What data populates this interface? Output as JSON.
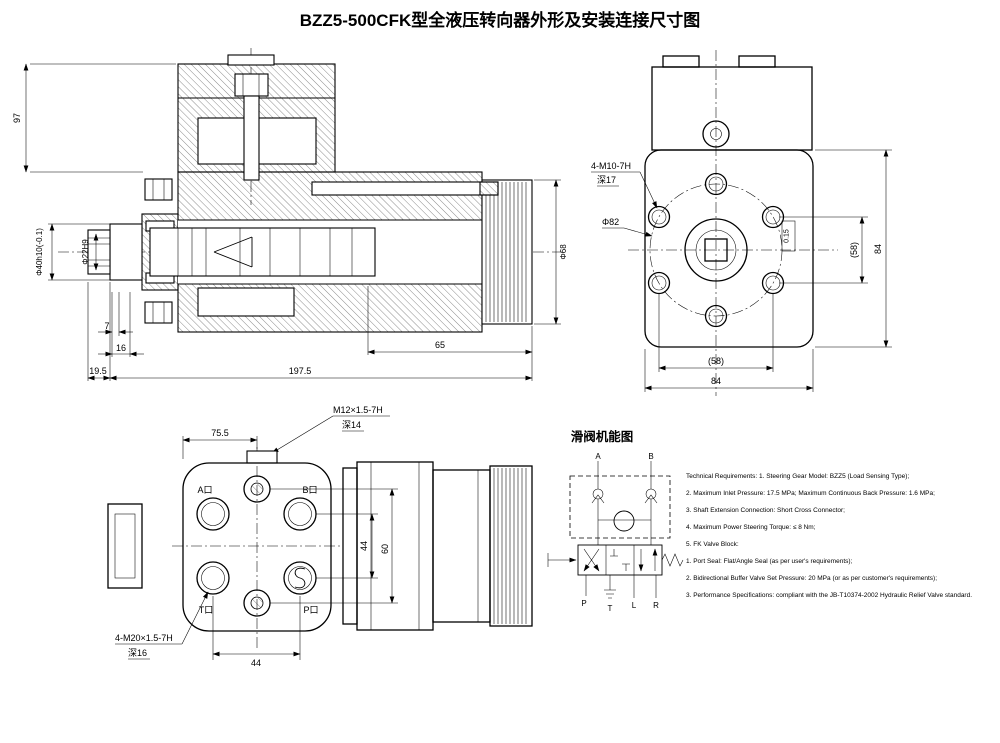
{
  "title": "BZZ5-500CFK型全液压转向器外形及安装连接尺寸图",
  "section_view": {
    "dim_97": "97",
    "dim_shaft": "Φ40h10(-0.1)",
    "dim_bore": "Φ22H9",
    "dim_7": "7",
    "dim_16": "16",
    "dim_19_5": "19.5",
    "dim_197_5": "197.5",
    "dim_65": "65",
    "dim_68": "Φ68"
  },
  "front_view": {
    "bolt_label": "4-M10-7H",
    "bolt_depth": "深17",
    "dia_82": "Φ82",
    "tolerance": "0.15",
    "dim_58_right": "(58)",
    "dim_84_right": "84",
    "dim_58_bottom": "(58)",
    "dim_84_bottom": "84"
  },
  "bottom_view": {
    "port_a": "A口",
    "port_b": "B口",
    "port_t": "T口",
    "port_p": "P口",
    "thread_label": "M12×1.5-7H",
    "thread_depth": "深14",
    "port_thread_label": "4-M20×1.5-7H",
    "port_thread_depth": "深16",
    "dim_75_5": "75.5",
    "dim_44_v": "44",
    "dim_60": "60",
    "dim_44_h": "44"
  },
  "valve_diagram": {
    "title": "滑阀机能图",
    "port_a": "A",
    "port_b": "B",
    "port_p": "P",
    "port_t": "T",
    "port_l": "L",
    "port_r": "R"
  },
  "tech_requirements": {
    "lines": [
      "Technical Requirements: 1. Steering Gear Model: BZZ5 (Load Sensing Type);",
      "2. Maximum Inlet Pressure: 17.5 MPa; Maximum Continuous Back Pressure: 1.6 MPa;",
      "3. Shaft Extension Connection: Short Cross Connector;",
      "4. Maximum Power Steering Torque: ≤ 8 Nm;",
      "5. FK Valve Block:",
      "1. Port Seal: Flat/Angle Seal (as per user's requirements);",
      "2. Bidirectional Buffer Valve Set Pressure: 20 MPa (or as per customer's requirements);",
      "3. Performance Specifications: compliant with the JB-T10374-2002 Hydraulic Relief Valve standard."
    ]
  }
}
